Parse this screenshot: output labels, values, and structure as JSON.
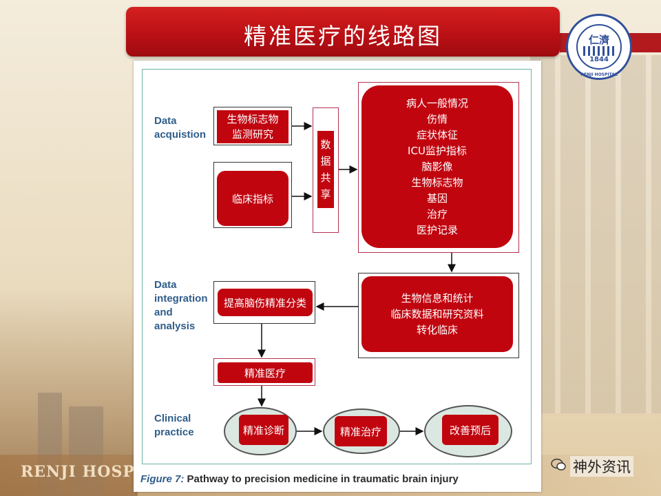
{
  "slide": {
    "title": "精准医疗的线路图",
    "bg_hospital_text": "RENJI HOSPITAL"
  },
  "logo": {
    "top_text": "仁濟",
    "year": "1844",
    "ring_text": "RENJI HOSPITAL"
  },
  "figure": {
    "caption_label": "Figure 7:",
    "caption_text": " Pathway to precision medicine in traumatic brain injury",
    "sections": {
      "data_acquisition": "Data\nacquistion",
      "data_integration": "Data\nintegration\nand\nanalysis",
      "clinical_practice": "Clinical\npractice"
    },
    "nodes": {
      "biomarker": "生物标志物\n监测研究",
      "clinical_indicators": "临床指标",
      "data_sharing": "数\n据\n共\n享",
      "patient_info": [
        "病人一般情况",
        "伤情",
        "症状体征",
        "ICU监护指标",
        "脑影像",
        "生物标志物",
        "基因",
        "治疗",
        "医护记录"
      ],
      "bioinformatics": [
        "生物信息和统计",
        "临床数据和研究资料",
        "转化临床"
      ],
      "classification": "提高脑伤精准分类",
      "precision_medicine": "精准医疗",
      "precision_diagnosis": "精准诊断",
      "precision_treatment": "精准治疗",
      "improve_prognosis": "改善预后"
    }
  },
  "watermark": {
    "text": "神外资讯"
  },
  "colors": {
    "title_red": "#b80f14",
    "node_red": "#c0050f",
    "section_blue": "#2f5d8a",
    "frame_teal": "#6fb3a9",
    "oval_fill": "#dbe8e1"
  }
}
